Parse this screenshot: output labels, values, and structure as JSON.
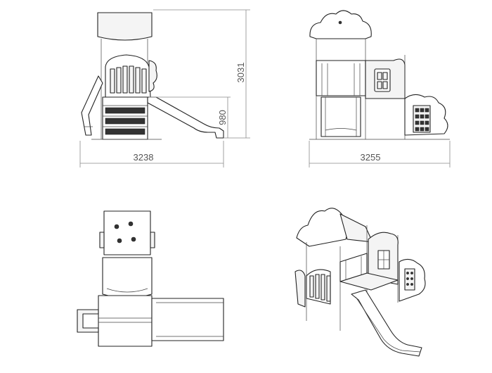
{
  "dimensions": {
    "side_width": "3238",
    "side_height": "3031",
    "side_slide_height": "980",
    "front_width": "3255"
  },
  "colors": {
    "line": "#222222",
    "dimension_line": "#8a8a8a",
    "dimension_text": "#555555",
    "panel_fill": "#f4f4f4"
  }
}
